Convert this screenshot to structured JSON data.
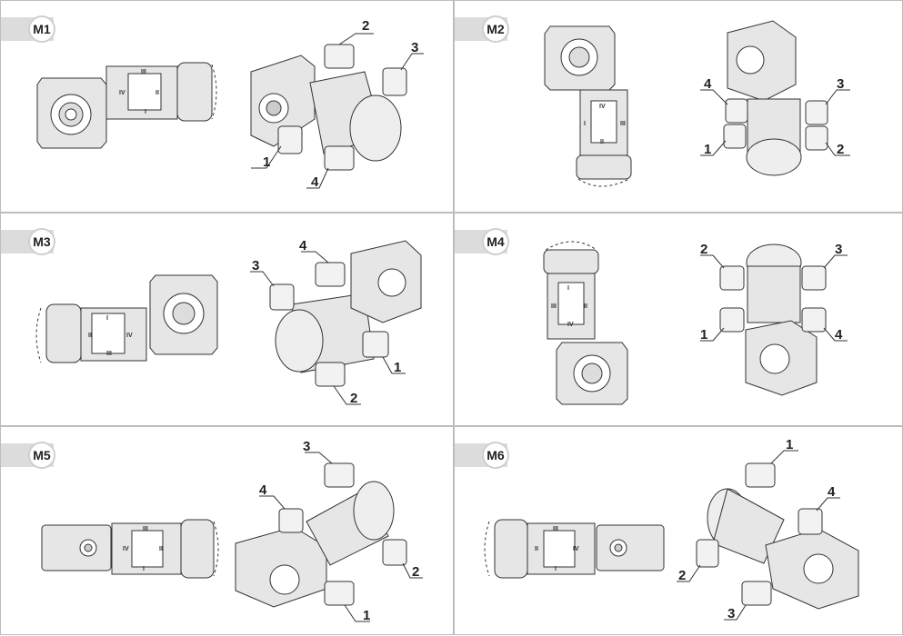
{
  "panels": [
    {
      "label": "M1",
      "callouts": [
        "1",
        "2",
        "3",
        "4"
      ],
      "positions": [
        "I",
        "II",
        "III",
        "IV"
      ]
    },
    {
      "label": "M2",
      "callouts": [
        "1",
        "2",
        "3",
        "4"
      ],
      "positions": [
        "I",
        "II",
        "III",
        "IV"
      ]
    },
    {
      "label": "M3",
      "callouts": [
        "1",
        "2",
        "3",
        "4"
      ],
      "positions": [
        "I",
        "II",
        "III",
        "IV"
      ]
    },
    {
      "label": "M4",
      "callouts": [
        "1",
        "2",
        "3",
        "4"
      ],
      "positions": [
        "I",
        "II",
        "III",
        "IV"
      ]
    },
    {
      "label": "M5",
      "callouts": [
        "1",
        "2",
        "3",
        "4"
      ],
      "positions": [
        "I",
        "II",
        "III",
        "IV"
      ]
    },
    {
      "label": "M6",
      "callouts": [
        "1",
        "2",
        "3",
        "4"
      ],
      "positions": [
        "I",
        "II",
        "III",
        "IV"
      ]
    }
  ],
  "colors": {
    "line": "#333333",
    "fill": "#e6e6e6",
    "tag": "#dcdcdc",
    "border": "#bdbdbd"
  }
}
